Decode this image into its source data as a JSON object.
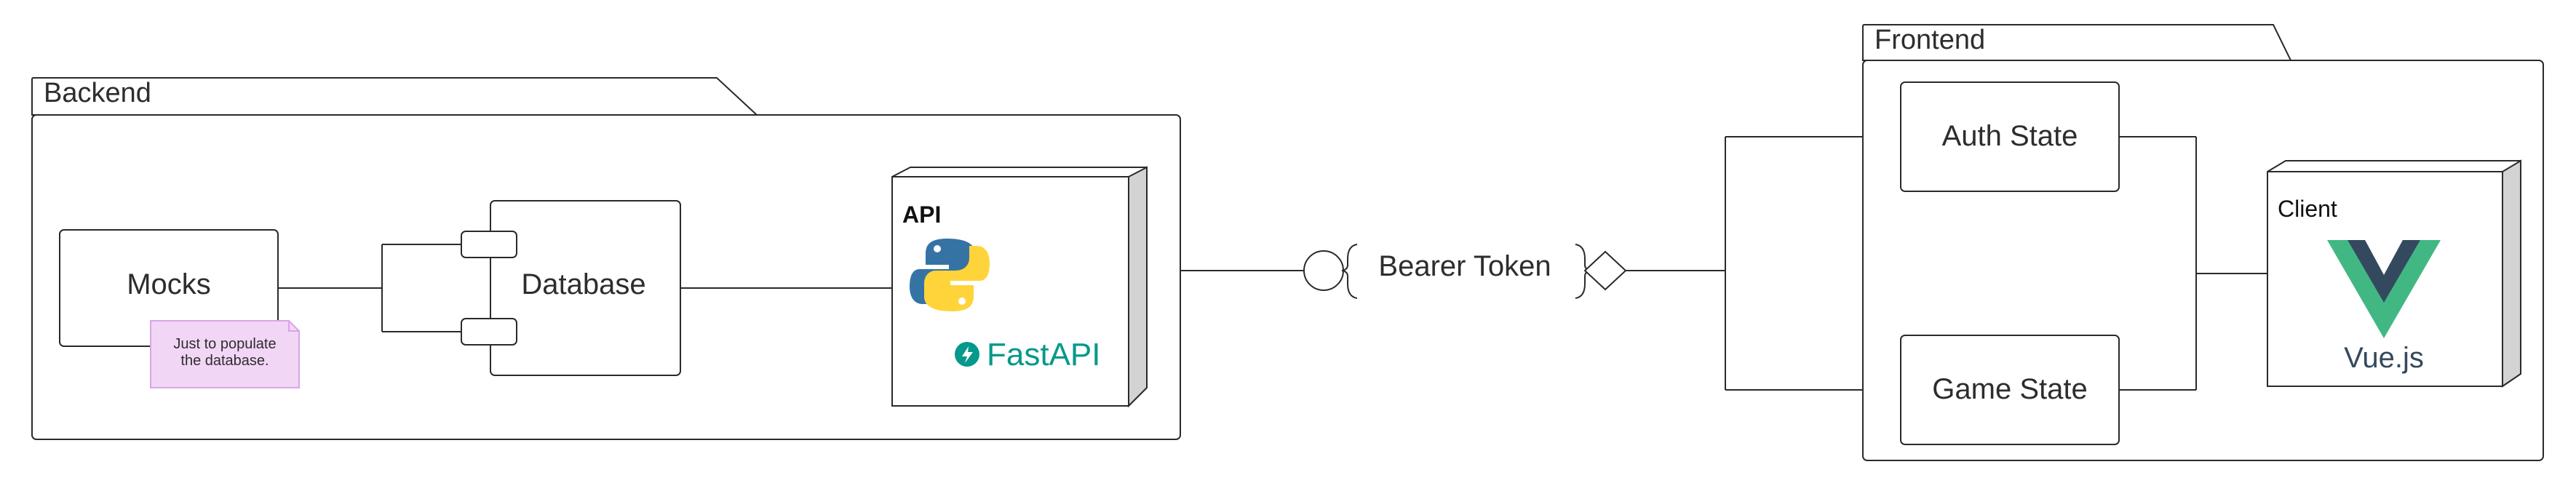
{
  "packages": {
    "backend": {
      "title": "Backend"
    },
    "frontend": {
      "title": "Frontend"
    }
  },
  "components": {
    "mocks": "Mocks",
    "database": "Database",
    "auth_state": "Auth State",
    "game_state": "Game State"
  },
  "nodes": {
    "api": {
      "title": "API",
      "logos": [
        "python-logo",
        "fastapi-logo"
      ],
      "fastapi_wordmark": "FastAPI"
    },
    "client": {
      "title": "Client",
      "logos": [
        "vuejs-logo"
      ],
      "vue_wordmark": "Vue.js"
    }
  },
  "note": {
    "line1": "Just to populate",
    "line2": "the database.",
    "color": "#f2d6f6",
    "border": "#d9a5e6"
  },
  "interface": {
    "label": "Bearer Token"
  },
  "colors": {
    "line": "#2a2a2a",
    "node_side": "#d3d3d3",
    "python_blue": "#3673a5",
    "python_yellow": "#ffd43b",
    "fastapi_teal": "#05998b",
    "vue_green": "#41b883",
    "vue_dark": "#35495e"
  }
}
